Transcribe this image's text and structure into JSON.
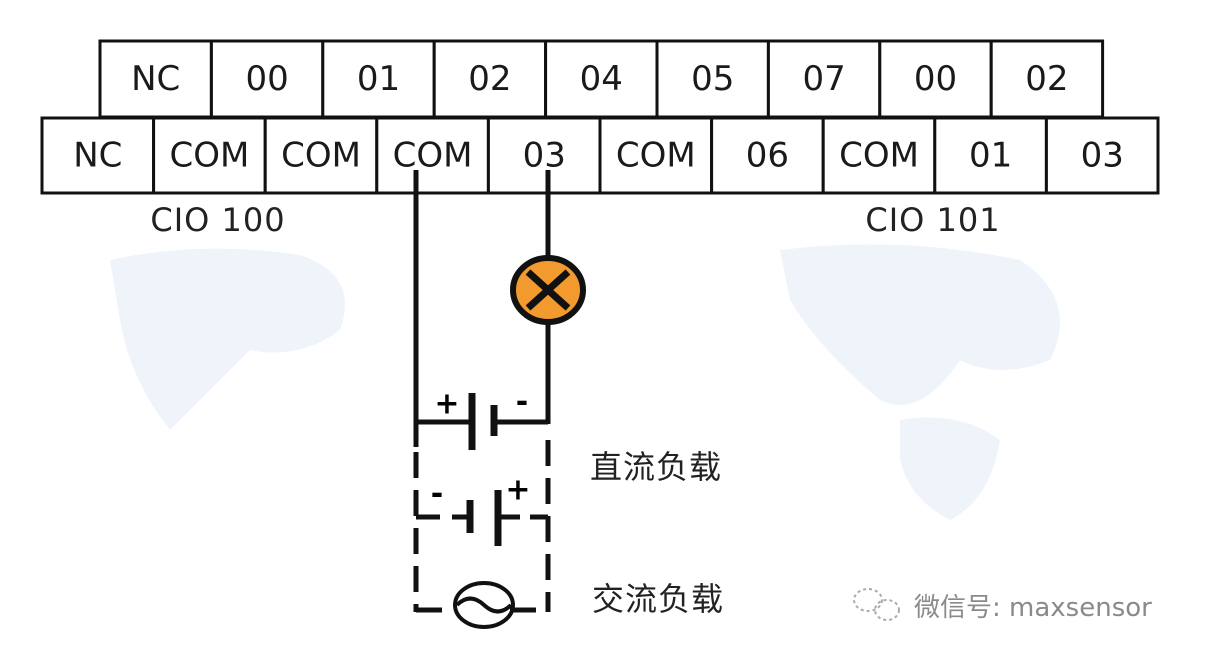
{
  "top_row": [
    "NC",
    "00",
    "01",
    "02",
    "04",
    "05",
    "07",
    "00",
    "02"
  ],
  "bottom_row": [
    "NC",
    "COM",
    "COM",
    "COM",
    "03",
    "COM",
    "06",
    "COM",
    "01",
    "03"
  ],
  "group_labels": [
    "CIO 100",
    "CIO 101"
  ],
  "polarity": {
    "plus": "+",
    "minus": "-"
  },
  "load_labels": {
    "dc": "直流负载",
    "ac": "交流负载"
  },
  "watermark": "微信号: maxsensor",
  "colors": {
    "lamp": "#f39a2e",
    "line": "#111111",
    "map": "#eef4fa"
  }
}
